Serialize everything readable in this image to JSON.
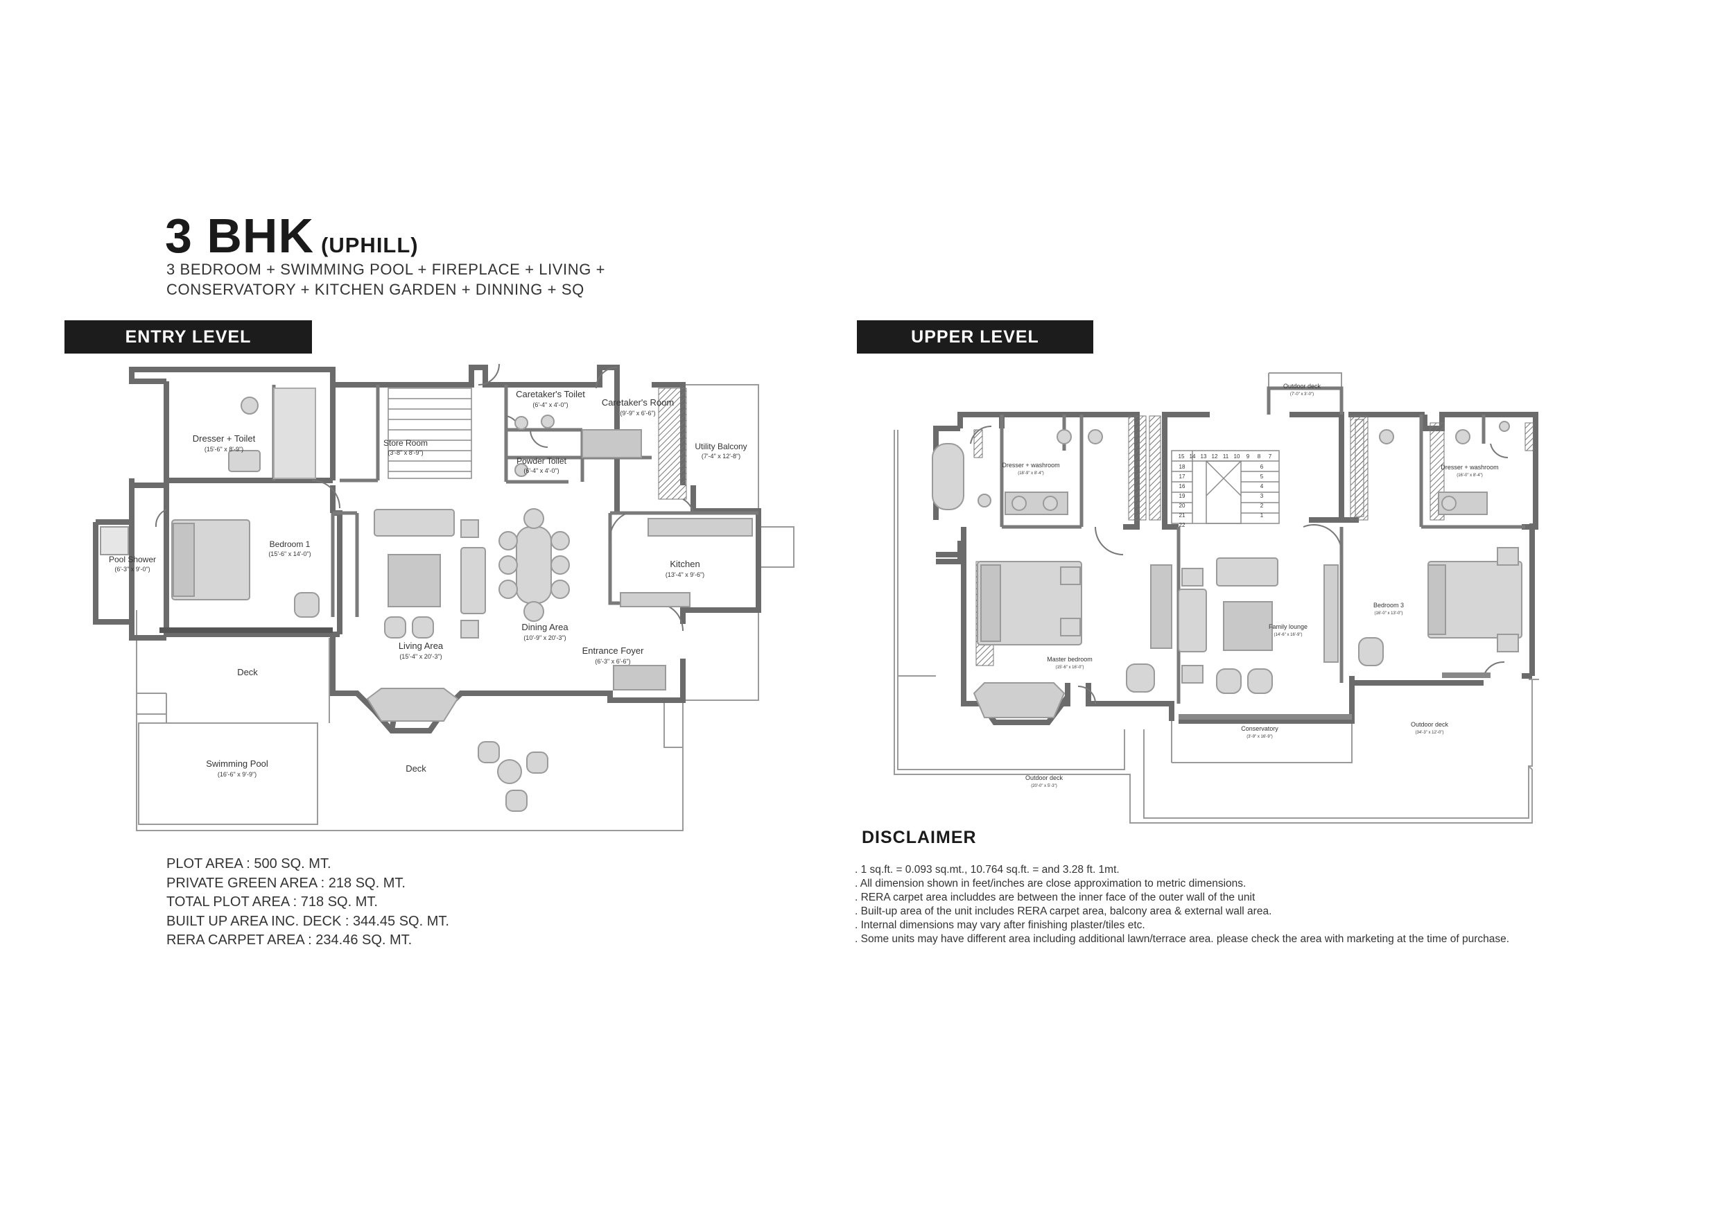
{
  "header": {
    "title": "3 BHK",
    "title_suffix": "(UPHILL)",
    "subtitle_line1": "3 BEDROOM + SWIMMING POOL + FIREPLACE + LIVING +",
    "subtitle_line2": "CONSERVATORY + KITCHEN GARDEN + DINNING + SQ"
  },
  "levels": {
    "entry_label": "ENTRY LEVEL",
    "upper_label": "UPPER LEVEL"
  },
  "entry_rooms": [
    {
      "id": "dresser-toilet",
      "name": "Dresser + Toilet",
      "dims": "(15'-6\" x 8'-9\")"
    },
    {
      "id": "store-room",
      "name": "Store Room",
      "dims": "(3'-8\" x 8'-9\")"
    },
    {
      "id": "caretakers-toilet",
      "name": "Caretaker's Toilet",
      "dims": "(6'-4\" x 4'-0\")"
    },
    {
      "id": "caretakers-room",
      "name": "Caretaker's Room",
      "dims": "(9'-9\" x 6'-6\")"
    },
    {
      "id": "powder-toilet",
      "name": "Powder Toilet",
      "dims": "(6'-4\" x 4'-0\")"
    },
    {
      "id": "utility-balcony",
      "name": "Utility Balcony",
      "dims": "(7'-4\" x 12'-8\")"
    },
    {
      "id": "pool-shower",
      "name": "Pool Shower",
      "dims": "(6'-3\" x 9'-0\")"
    },
    {
      "id": "bedroom-1",
      "name": "Bedroom 1",
      "dims": "(15'-6\" x 14'-0\")"
    },
    {
      "id": "kitchen",
      "name": "Kitchen",
      "dims": "(13'-4\" x 9'-6\")"
    },
    {
      "id": "living-area",
      "name": "Living Area",
      "dims": "(15'-4\" x 20'-3\")"
    },
    {
      "id": "dining-area",
      "name": "Dining Area",
      "dims": "(10'-9\" x 20'-3\")"
    },
    {
      "id": "entrance-foyer",
      "name": "Entrance Foyer",
      "dims": "(6'-3\" x 6'-6\")"
    },
    {
      "id": "deck-left",
      "name": "Deck",
      "dims": ""
    },
    {
      "id": "swimming-pool",
      "name": "Swimming Pool",
      "dims": "(16'-6\" x 9'-9\")"
    },
    {
      "id": "deck-bottom",
      "name": "Deck",
      "dims": ""
    }
  ],
  "upper_rooms": [
    {
      "id": "outdoor-deck-top",
      "name": "Outdoor deck",
      "dims": "(7'-0\" x 3'-0\")"
    },
    {
      "id": "dresser-washroom-left",
      "name": "Dresser + washroom",
      "dims": "(18'-9\" x 8'-4\")"
    },
    {
      "id": "dresser-washroom-right",
      "name": "Dresser + washroom",
      "dims": "(16'-0\" x 8'-4\")"
    },
    {
      "id": "master-bedroom",
      "name": "Master bedroom",
      "dims": "(15'-6\" x 16'-0\")"
    },
    {
      "id": "family-lounge",
      "name": "Family lounge",
      "dims": "(14'-6\" x 16'-9\")"
    },
    {
      "id": "bedroom-3",
      "name": "Bedroom 3",
      "dims": "(16'-0\" x 13'-0\")"
    },
    {
      "id": "conservatory",
      "name": "Conservatory",
      "dims": "(3'-9\" x 16'-9\")"
    },
    {
      "id": "outdoor-deck-left",
      "name": "Outdoor deck",
      "dims": "(20'-0\" x 5'-3\")"
    },
    {
      "id": "outdoor-deck-right",
      "name": "Outdoor deck",
      "dims": "(34'-3\" x 12'-0\")"
    }
  ],
  "stair_numbers_left": [
    "15",
    "14",
    "13",
    "12",
    "11",
    "10",
    "9",
    "8",
    "7"
  ],
  "stair_numbers_col": [
    "18",
    "17",
    "16",
    "19",
    "20",
    "21",
    "22"
  ],
  "stair_numbers_right": [
    "6",
    "5",
    "4",
    "3",
    "2",
    "1"
  ],
  "stats": [
    "PLOT AREA : 500 SQ. MT.",
    "PRIVATE GREEN AREA : 218 SQ. MT.",
    "TOTAL PLOT AREA : 718 SQ. MT.",
    "BUILT UP AREA INC. DECK : 344.45 SQ. MT.",
    "RERA CARPET AREA : 234.46 SQ. MT."
  ],
  "disclaimer": {
    "heading": "DISCLAIMER",
    "lines": [
      ". 1 sq.ft. = 0.093 sq.mt., 10.764 sq.ft. = and 3.28 ft. 1mt.",
      ". All dimension shown in feet/inches are close approximation to metric dimensions.",
      ". RERA carpet area includdes are between the inner face of the outer wall of the unit",
      ". Built-up area of the unit includes RERA carpet area, balcony area & external wall area.",
      ". Internal dimensions may vary after finishing plaster/tiles etc.",
      ". Some units may have different area including additional lawn/terrace area. please check the area with marketing at the time of purchase."
    ]
  },
  "colors": {
    "wall": "#6b6b6b",
    "wall_dark": "#4a4a4a",
    "furniture": "#b5b5b5",
    "furniture_fill": "#d6d6d6",
    "text": "#1a1a1a",
    "bar": "#1c1c1c"
  }
}
